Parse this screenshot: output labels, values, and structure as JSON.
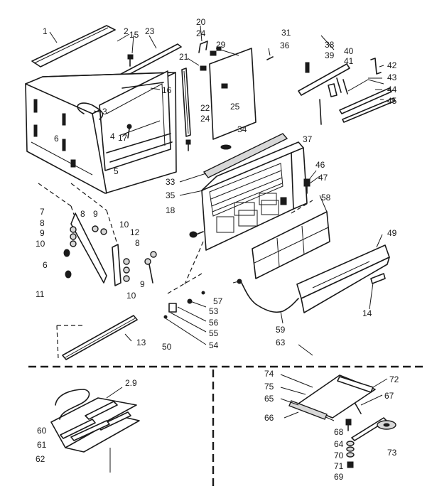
{
  "diagram": {
    "labels": {
      "p1": "1",
      "p2": "2",
      "p3": "3",
      "p4": "4",
      "p5": "5",
      "p6": "6",
      "p6b": "6",
      "p7": "7",
      "p8": "8",
      "p8b": "8",
      "p8c": "8",
      "p9": "9",
      "p9b": "9",
      "p9c": "9",
      "p10": "10",
      "p10b": "10",
      "p10c": "10",
      "p11": "11",
      "p12": "12",
      "p13": "13",
      "p14": "14",
      "p15": "15",
      "p16": "16",
      "p17": "17",
      "p18": "18",
      "p20": "20",
      "p21": "21",
      "p22": "22",
      "p23": "23",
      "p24": "24",
      "p24b": "24",
      "p25": "25",
      "p29": "29",
      "p29b": "2.9",
      "p31": "31",
      "p33": "33",
      "p34": "34",
      "p35": "35",
      "p36": "36",
      "p37": "37",
      "p38": "38",
      "p39": "39",
      "p40": "40",
      "p41": "41",
      "p42": "42",
      "p43": "43",
      "p44": "44",
      "p45": "45",
      "p46": "46",
      "p47": "47",
      "p49": "49",
      "p50": "50",
      "p53": "53",
      "p54": "54",
      "p55": "55",
      "p56": "56",
      "p57": "57",
      "p58": "58",
      "p59": "59",
      "p60": "60",
      "p61": "61",
      "p62": "62",
      "p63": "63",
      "p64": "64",
      "p65": "65",
      "p66": "66",
      "p67": "67",
      "p68": "68",
      "p69": "69",
      "p70": "70",
      "p71": "71",
      "p72": "72",
      "p73": "73",
      "p74": "74",
      "p75": "75"
    }
  }
}
